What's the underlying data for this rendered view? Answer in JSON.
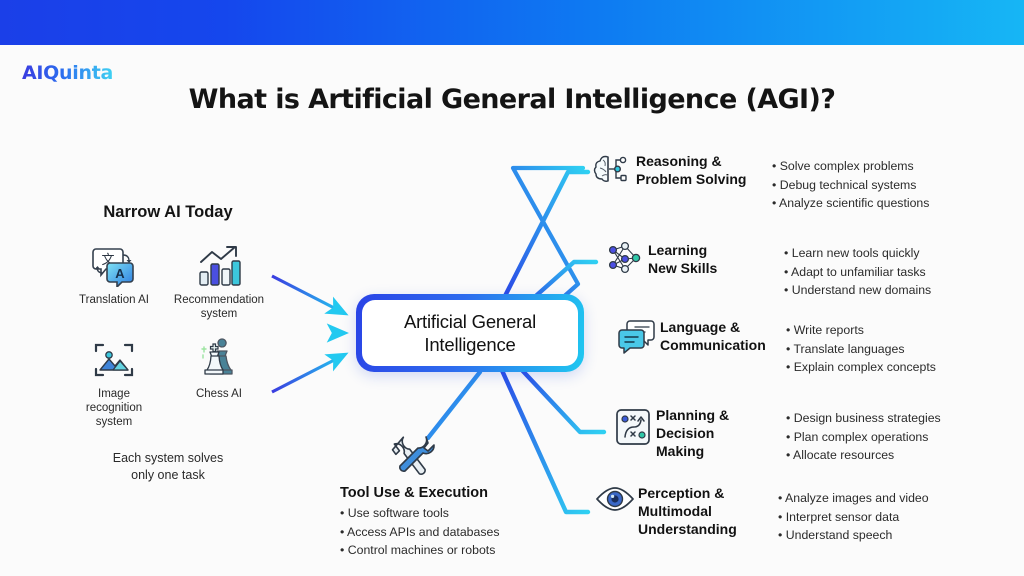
{
  "brand": {
    "logo_text": "AIQuinta",
    "banner_from": "#1B3FE8",
    "banner_to": "#16B6F5"
  },
  "header": {
    "title": "What is Artificial General Intelligence (AGI)?"
  },
  "center": {
    "line1": "Artificial General",
    "line2": "Intelligence"
  },
  "narrow_ai": {
    "heading": "Narrow AI Today",
    "footnote_line1": "Each system solves",
    "footnote_line2": "only one task",
    "items": [
      {
        "label": "Translation AI",
        "icon": "translation-icon"
      },
      {
        "label": "Recommendation\nsystem",
        "icon": "bar-chart-icon"
      },
      {
        "label": "Image\nrecognition\nsystem",
        "icon": "image-recognition-icon"
      },
      {
        "label": "Chess AI",
        "icon": "chess-icon"
      }
    ]
  },
  "capabilities": [
    {
      "title": "Reasoning &\nProblem Solving",
      "icon": "brain-circuit-icon",
      "bullets": [
        "Solve complex problems",
        "Debug technical systems",
        "Analyze scientific questions"
      ]
    },
    {
      "title": "Learning\nNew Skills",
      "icon": "neural-network-icon",
      "bullets": [
        "Learn new tools quickly",
        "Adapt to unfamiliar tasks",
        "Understand new domains"
      ]
    },
    {
      "title": "Language &\nCommunication",
      "icon": "speech-bubbles-icon",
      "bullets": [
        "Write reports",
        "Translate languages",
        "Explain complex concepts"
      ]
    },
    {
      "title": "Planning &\nDecision\nMaking",
      "icon": "strategy-board-icon",
      "bullets": [
        "Design business strategies",
        "Plan complex operations",
        "Allocate resources"
      ]
    },
    {
      "title": "Perception &\nMultimodal\nUnderstanding",
      "icon": "eye-icon",
      "bullets": [
        "Analyze images and video",
        "Interpret sensor data",
        "Understand speech"
      ]
    }
  ],
  "tool_use": {
    "title": "Tool Use & Execution",
    "icon": "wrench-screwdriver-icon",
    "bullets": [
      "Use software tools",
      "Access APIs and databases",
      "Control machines or robots"
    ]
  },
  "colors": {
    "accent_blue": "#2A43E6",
    "accent_cyan": "#1FC8F0",
    "text": "#141414"
  }
}
